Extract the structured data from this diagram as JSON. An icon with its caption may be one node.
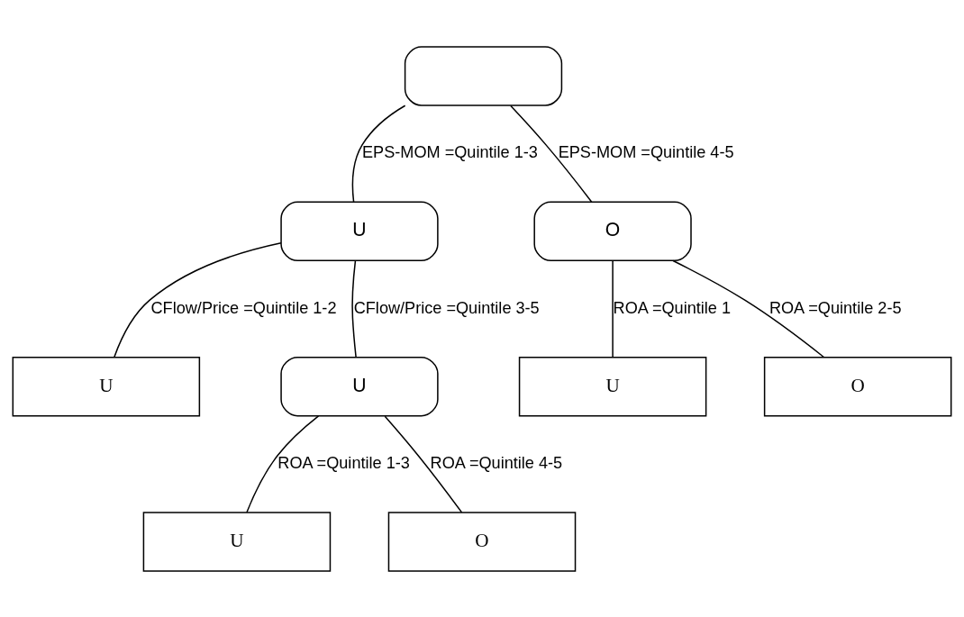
{
  "diagram": {
    "nodes": [
      {
        "text": [],
        "shape": "box"
      },
      {
        "text": [
          "U"
        ]
      },
      {
        "text": [
          "O"
        ]
      },
      {
        "text": [
          "U"
        ]
      },
      {
        "text": [
          "U"
        ]
      },
      {
        "text": [
          "U"
        ]
      },
      {
        "text": [
          "O"
        ]
      },
      {
        "text": [
          "U"
        ]
      },
      {
        "text": [
          "O"
        ]
      }
    ],
    "edges": [
      {
        "from": 0,
        "to": 1,
        "arrow": "none",
        "label": "EPS-MOM =Quintile 1-3"
      },
      {
        "from": 0,
        "to": 2,
        "arrow": "none",
        "label": "EPS-MOM =Quintile 4-5"
      },
      {
        "from": 1,
        "to": 3,
        "arrow": "none",
        "label": "CFlow/Price =Quintile 1-2"
      },
      {
        "from": 1,
        "to": 4,
        "arrow": "none",
        "label": "CFlow/Price =Quintile 3-5"
      },
      {
        "from": 2,
        "to": 5,
        "arrow": "none",
        "label": "ROA =Quintile 1"
      },
      {
        "from": 2,
        "to": 6,
        "arrow": "none",
        "label": "ROA =Quintile 2-5"
      },
      {
        "from": 4,
        "to": 7,
        "arrow": "none",
        "label": "ROA =Quintile 1-3"
      },
      {
        "from": 4,
        "to": 8,
        "arrow": "none",
        "label": "ROA =Quintile 4-5"
      }
    ]
  }
}
